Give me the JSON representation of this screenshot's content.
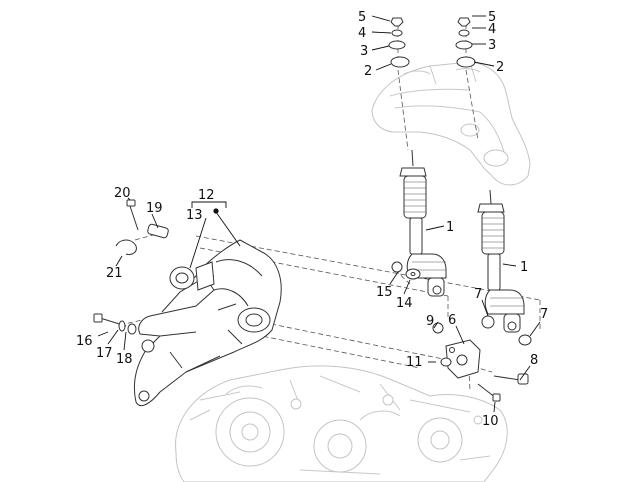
{
  "callouts": [
    {
      "id": "c5a",
      "text": "5"
    },
    {
      "id": "c4a",
      "text": "4"
    },
    {
      "id": "c3a",
      "text": "3"
    },
    {
      "id": "c2a",
      "text": "2"
    },
    {
      "id": "c5b",
      "text": "5"
    },
    {
      "id": "c4b",
      "text": "4"
    },
    {
      "id": "c3b",
      "text": "3"
    },
    {
      "id": "c2b",
      "text": "2"
    },
    {
      "id": "c1a",
      "text": "1"
    },
    {
      "id": "c1b",
      "text": "1"
    },
    {
      "id": "c20",
      "text": "20"
    },
    {
      "id": "c19",
      "text": "19"
    },
    {
      "id": "c12",
      "text": "12"
    },
    {
      "id": "c13",
      "text": "13"
    },
    {
      "id": "c21",
      "text": "21"
    },
    {
      "id": "c15",
      "text": "15"
    },
    {
      "id": "c14",
      "text": "14"
    },
    {
      "id": "c7a",
      "text": "7"
    },
    {
      "id": "c7b",
      "text": "7"
    },
    {
      "id": "c9",
      "text": "9"
    },
    {
      "id": "c6",
      "text": "6"
    },
    {
      "id": "c16",
      "text": "16"
    },
    {
      "id": "c17",
      "text": "17"
    },
    {
      "id": "c18",
      "text": "18"
    },
    {
      "id": "c11",
      "text": "11"
    },
    {
      "id": "c8",
      "text": "8"
    },
    {
      "id": "c10",
      "text": "10"
    }
  ]
}
